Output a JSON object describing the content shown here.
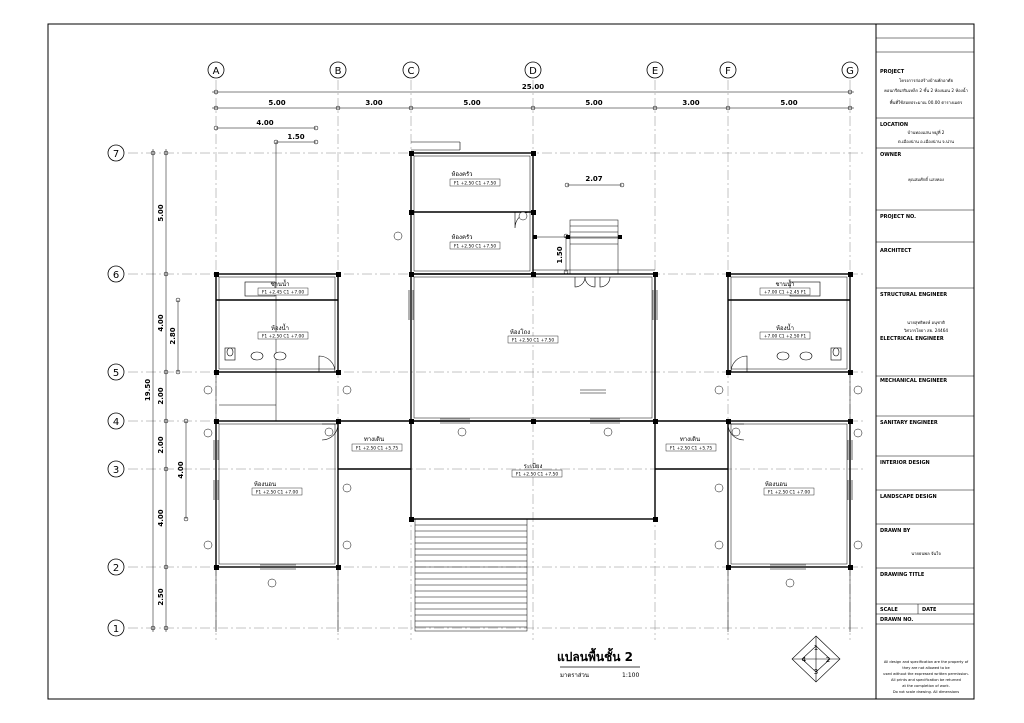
{
  "grid": {
    "columns": [
      "A",
      "B",
      "C",
      "D",
      "E",
      "F",
      "G"
    ],
    "rows": [
      "7",
      "6",
      "5",
      "4",
      "3",
      "2",
      "1"
    ]
  },
  "dimensions": {
    "overall_width": "25.00",
    "top_segments": [
      "5.00",
      "3.00",
      "5.00",
      "5.00",
      "3.00",
      "5.00"
    ],
    "sub_4": "4.00",
    "sub_150": "1.50",
    "stair_width": "2.07",
    "stair_depth": "1.50",
    "overall_height": "19.50",
    "left_segments": [
      "5.00",
      "4.00",
      "2.00",
      "2.00",
      "4.00",
      "2.50"
    ],
    "inner_280": "2.80",
    "inner_400": "4.00"
  },
  "rooms": [
    {
      "name": "ห้องครัว",
      "tag": "F1  +2.50  C1  +7.50"
    },
    {
      "name": "ห้องครัว",
      "tag": "F1  +2.50  C1  +7.50"
    },
    {
      "name": "ชานน้ำ",
      "tag": "F1  +2.45  C1  +7.00"
    },
    {
      "name": "ห้องน้ำ",
      "tag": "F1  +2.50  C1  +7.00"
    },
    {
      "name": "ห้องโถง",
      "tag": "F1  +2.50  C1  +7.50"
    },
    {
      "name": "ชานน้ำ",
      "tag": "+7.00  C1  +2.45  F1"
    },
    {
      "name": "ห้องน้ำ",
      "tag": "+7.00  C1  +2.50  F1"
    },
    {
      "name": "ทางเดิน",
      "tag": "F1  +2.50  C1  +5.75"
    },
    {
      "name": "ทางเดิน",
      "tag": "F1  +2.50  C1  +5.75"
    },
    {
      "name": "ระเบียง",
      "tag": "F1  +2.50  C1  +7.50"
    },
    {
      "name": "ห้องนอน",
      "tag": "F1  +2.50  C1  +7.00"
    },
    {
      "name": "ห้องนอน",
      "tag": "F1  +2.50  C1  +7.00"
    }
  ],
  "drawing_title": {
    "title": "แปลนพื้นชั้น 2",
    "scale_label": "มาตราส่วน",
    "scale_value": "1:100"
  },
  "compass": [
    "1",
    "2",
    "3",
    "4"
  ],
  "title_block": {
    "project_label": "PROJECT",
    "project_lines": [
      "โครงการก่อสร้างบ้านพักอาศัย",
      "คอนกรีตเสริมเหล็ก 2 ชั้น 2 ห้องนอน 2 ห้องน้ำ",
      "พื้นที่ใช้สอยประมาณ 00.00 ตารางเมตร"
    ],
    "location_label": "LOCATION",
    "location_lines": [
      "บ้านทองแสน หมู่ที่ 2",
      "ต.เมืองน่าน อ.เมืองน่าน จ.น่าน"
    ],
    "owner_label": "OWNER",
    "owner_name": "คุณสมศักดิ์ แสงทอง",
    "project_no_label": "PROJECT NO.",
    "architect_label": "ARCHITECT",
    "structural_label": "STRUCTURAL ENGINEER",
    "structural_lines": [
      "นายสุทธิพงษ์ อนุชาติ",
      "วิศวกรโยธา สย. 24464"
    ],
    "electrical_label": "ELECTRICAL ENGINEER",
    "mechanical_label": "MECHANICAL ENGINEER",
    "sanitary_label": "SANITARY ENGINEER",
    "interior_label": "INTERIOR DESIGN",
    "landscape_label": "LANDSCAPE DESIGN",
    "drawn_by_label": "DRAWN BY",
    "drawn_by_name": "นายธนพล จันใจ",
    "drawing_title_label": "DRAWING TITLE",
    "scale_label": "SCALE",
    "date_label": "DATE",
    "drawn_no_label": "DRAWN NO.",
    "note_lines": [
      "All design and specification are the property of",
      "they are not allowed to be",
      "used without the expressed written permission.",
      "All prints and specification be returned",
      "at the completion of work.",
      "Do not scale drawing. All dimensions"
    ]
  }
}
